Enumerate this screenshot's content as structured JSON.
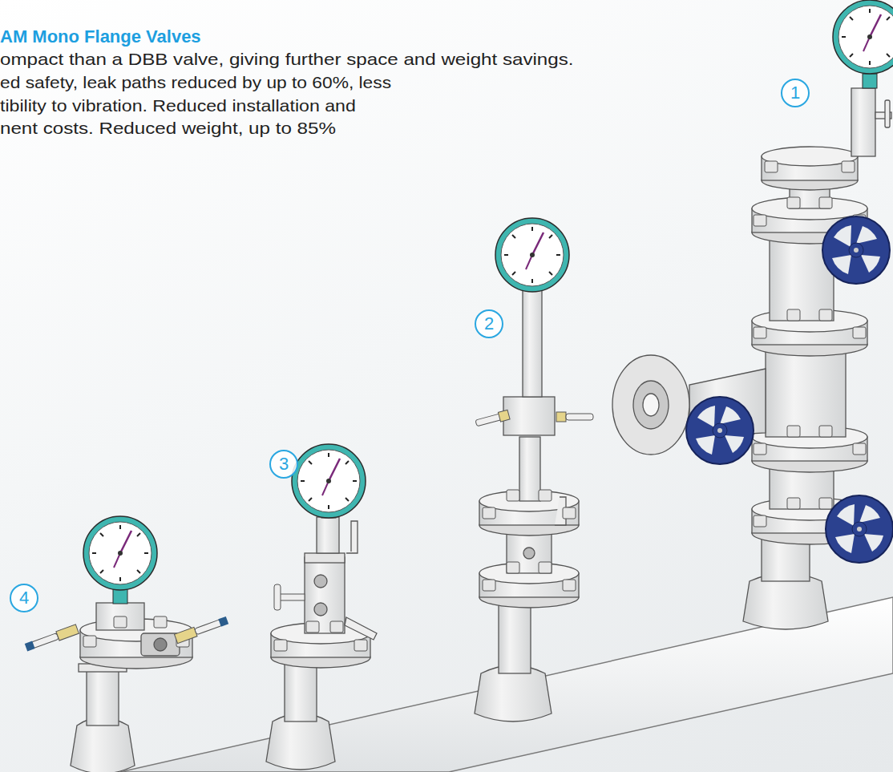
{
  "diagram": {
    "title": "AM Mono Flange Valves",
    "labels": [
      "ompact than a DBB valve, giving further space and weight savings.",
      "ed safety, leak paths reduced by up to 60%, less",
      "tibility to vibration. Reduced installation and",
      "nent costs. Reduced weight, up to 85%",
      "1",
      "2",
      "3",
      "4"
    ]
  }
}
